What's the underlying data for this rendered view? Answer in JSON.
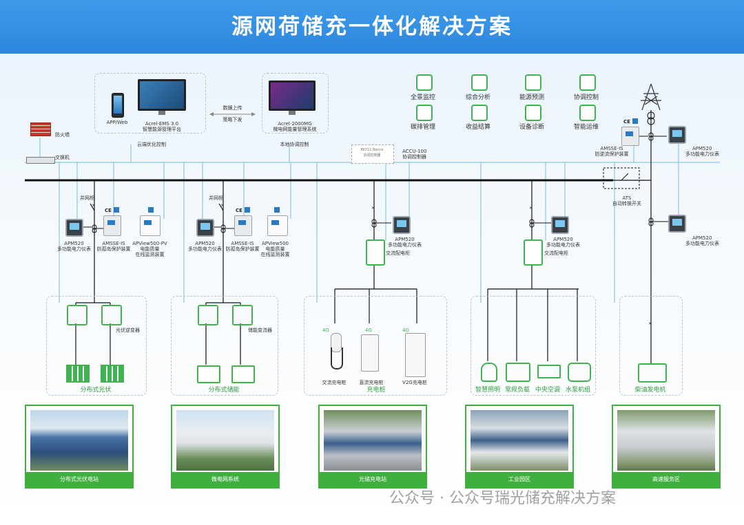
{
  "title": "源网荷储充一体化解决方案",
  "top": {
    "cloud_label": "云端优化控制",
    "local_label": "本地协调控制",
    "app_label": "APP/Web",
    "ems_line1": "Acrel-EMS 3.0",
    "ems_line2": "智慧能源管理平台",
    "mg_line1": "Acrel-2000MG",
    "mg_line2": "微电网能量管理系统",
    "arrow_up": "数据上传",
    "arrow_down": "策略下发"
  },
  "functions": [
    "全景监控",
    "综合分析",
    "能源预测",
    "协调控制",
    "碳排管理",
    "收益结算",
    "设备诊断",
    "智能运维"
  ],
  "network": {
    "firewall": "防火墙",
    "switch": "交换机",
    "accu_line1": "ACCU-100",
    "accu_line2": "协调控制器",
    "accu_small1": "BKY11 Banco",
    "accu_small2": "协调控制器"
  },
  "grid": {
    "amsse_line1": "AMSSE-IS",
    "amsse_line2": "防逆流保护装置",
    "apm_line1": "APM520",
    "apm_line2": "多功能电力仪表",
    "ats_line1": "ATS",
    "ats_line2": "自动转换开关",
    "apm_b_line1": "APM520",
    "apm_b_line2": "多功能电力仪表"
  },
  "branches": {
    "pv": {
      "breaker": "并网柜",
      "apm_line1": "APM520",
      "apm_line2": "多功能电力仪表",
      "amsse_line1": "AMSSE-IS",
      "amsse_line2": "防孤岛保护装置",
      "apv_line1": "APView500-PV",
      "apv_line2": "电能质量",
      "apv_line3": "在线监测装置",
      "inverter": "光伏逆变器",
      "label": "分布式光伏"
    },
    "storage": {
      "breaker": "并网柜",
      "apm_line1": "APM520",
      "apm_line2": "多功能电力仪表",
      "amsse_line1": "AMSSE-IS",
      "amsse_line2": "防孤岛保护装置",
      "apv_line1": "APView500",
      "apv_line2": "电能质量",
      "apv_line3": "在线监测装置",
      "inverter": "储能变流器",
      "label": "分布式储能"
    },
    "charge": {
      "apm_line1": "APM520",
      "apm_line2": "多功能电力仪表",
      "cabinet": "交流配电柜",
      "ac": "交流充电桩",
      "dc": "直流充电桩",
      "v2g": "V2G充电桩",
      "net": "4G",
      "label": "充电桩"
    },
    "load": {
      "apm_line1": "APM520",
      "apm_line2": "多功能电力仪表",
      "cabinet": "交流配电柜",
      "items": [
        "智慧照明",
        "常规负载",
        "中央空调",
        "水泵机组"
      ]
    },
    "diesel": {
      "label": "柴油发电机"
    }
  },
  "scenes": [
    "分布式光伏电站",
    "微电网系统",
    "光储充电站",
    "工业园区",
    "高速服务区"
  ],
  "watermark": "公众号 · 公众号瑞光储充解决方案"
}
